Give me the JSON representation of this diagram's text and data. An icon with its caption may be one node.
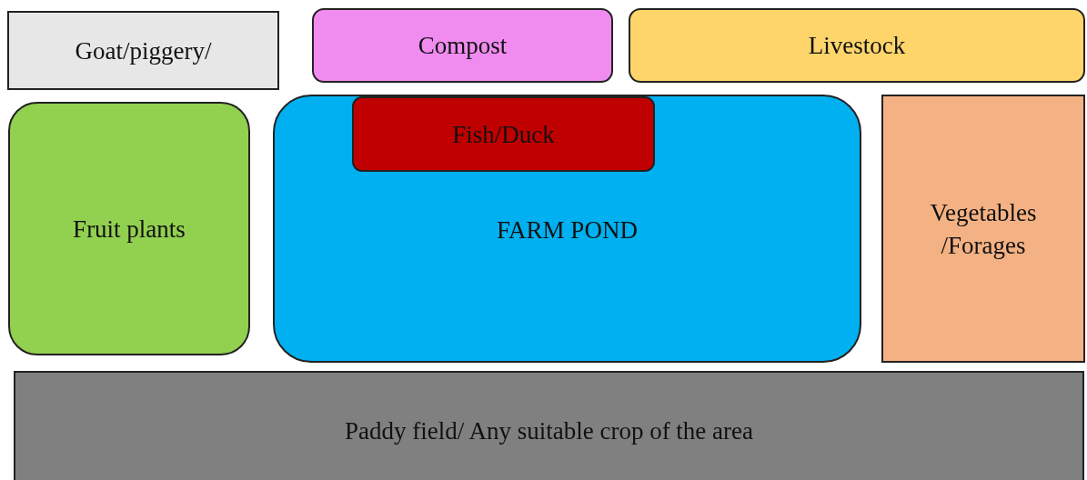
{
  "diagram": {
    "nodes": [
      {
        "text": [
          "Goat/piggery/"
        ]
      },
      {
        "text": [
          "Compost"
        ]
      },
      {
        "text": [
          "Livestock"
        ]
      },
      {
        "text": [
          "Fruit plants"
        ]
      },
      {
        "text": [
          "FARM POND"
        ]
      },
      {
        "text": [
          "Fish/Duck"
        ],
        "in": 4
      },
      {
        "text": [
          "Vegetables /Forages"
        ]
      },
      {
        "text": [
          "Paddy field/ Any suitable crop of the area"
        ]
      }
    ]
  }
}
